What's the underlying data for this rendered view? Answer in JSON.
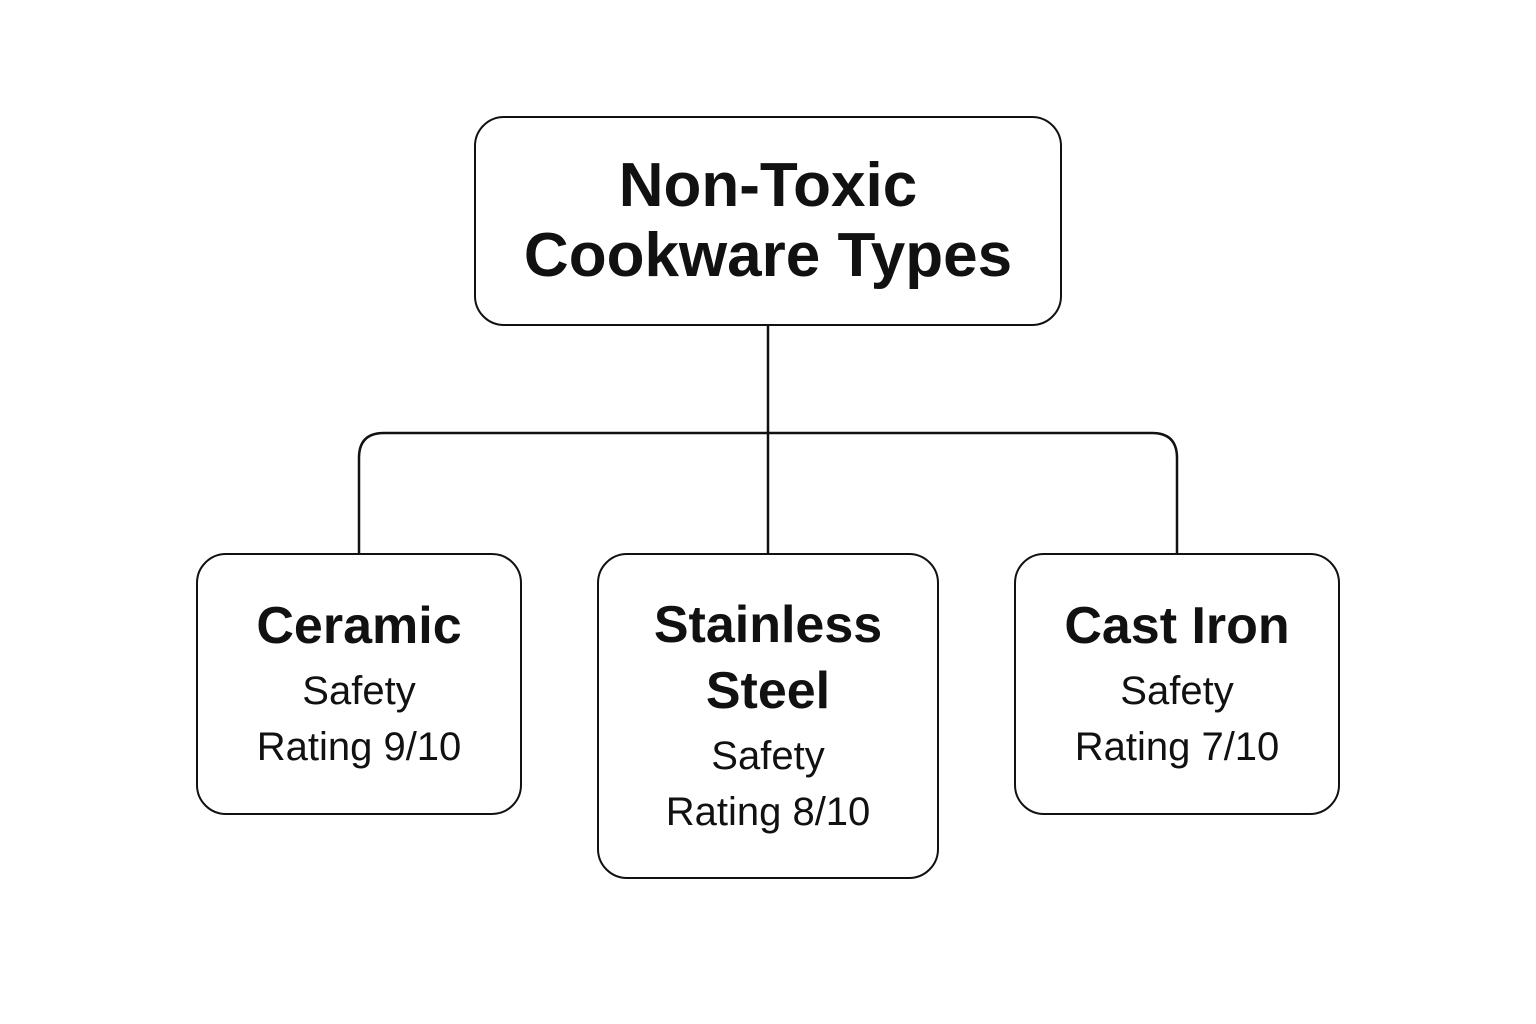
{
  "root": {
    "title": "Non-Toxic Cookware Types"
  },
  "children": [
    {
      "name": "Ceramic",
      "rating": "Safety Rating 9/10"
    },
    {
      "name": "Stainless Steel",
      "rating": "Safety Rating 8/10"
    },
    {
      "name": "Cast Iron",
      "rating": "Safety Rating 7/10"
    }
  ],
  "colors": {
    "stroke": "#111111",
    "background": "#ffffff"
  }
}
